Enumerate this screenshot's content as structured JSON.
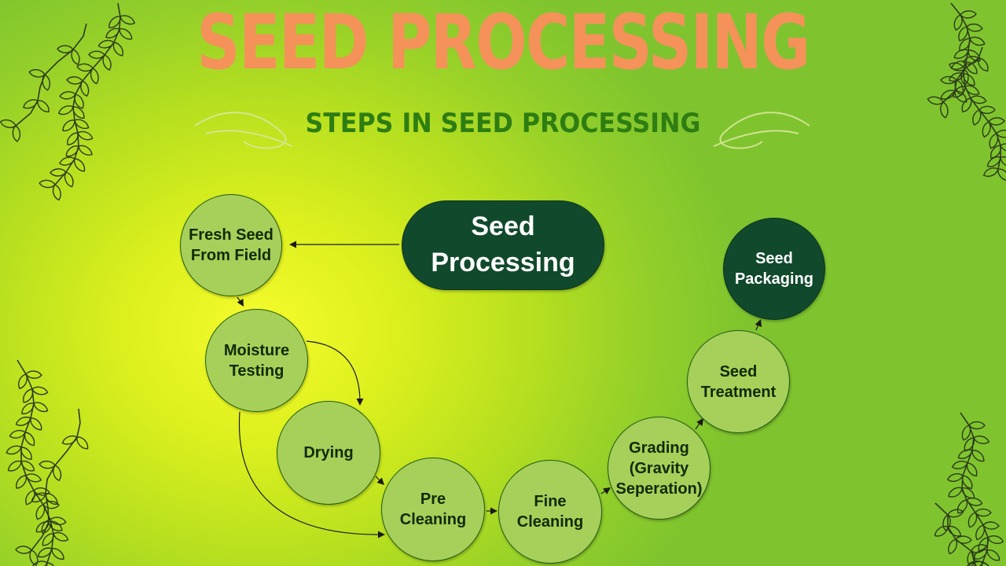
{
  "title": "SEED PROCESSING",
  "subtitle": "STEPS IN SEED PROCESSING",
  "center": "Seed\nProcessing",
  "steps": [
    "Fresh Seed\nFrom Field",
    "Moisture\nTesting",
    "Drying",
    "Pre\nCleaning",
    "Fine\nCleaning",
    "Grading\n(Gravity\nSeperation)",
    "Seed\nTreatment",
    "Seed\nPackaging"
  ],
  "colors": {
    "title": "#f4925a",
    "subtitle": "#2e7d12",
    "node_fill": "#a6d05a",
    "dark_fill": "#11492d",
    "leaf_stroke": "#2b3a1a"
  },
  "decoration_icons": [
    "vine-leaf-icon",
    "flourish-icon"
  ]
}
